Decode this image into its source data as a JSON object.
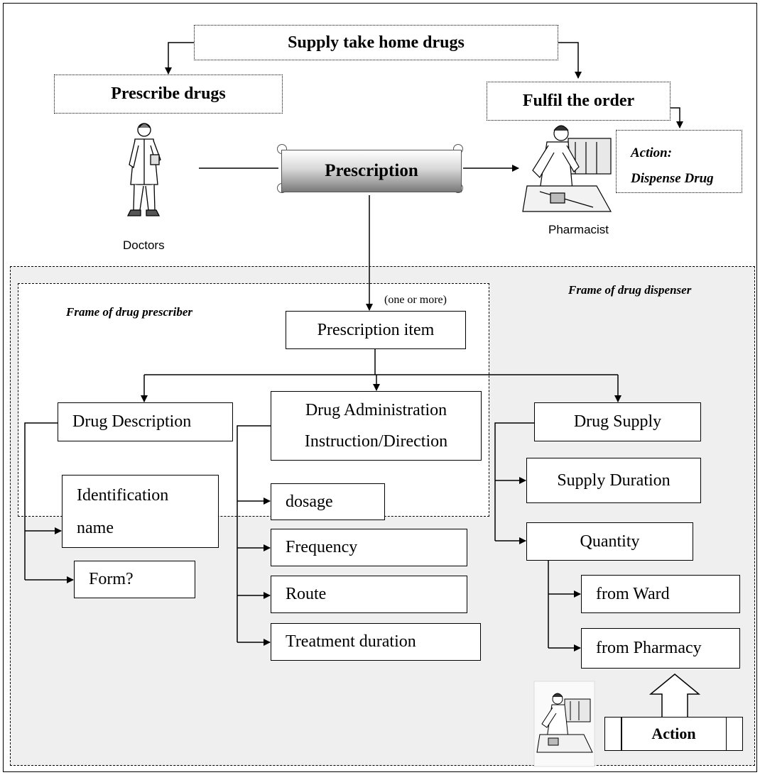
{
  "header": {
    "supply": "Supply take home drugs",
    "prescribe": "Prescribe drugs",
    "fulfil": "Fulfil the order",
    "action_title": "Action:",
    "action_body": "Dispense Drug"
  },
  "actors": {
    "doctor_label": "Doctors",
    "pharmacist_label": "Pharmacist"
  },
  "prescription": "Prescription",
  "frames": {
    "prescriber": "Frame of drug prescriber",
    "dispenser": "Frame of drug dispenser"
  },
  "one_or_more": "(one or more)",
  "prescription_item": "Prescription item",
  "drug_description": "Drug Description",
  "identification": [
    "Identification",
    "name"
  ],
  "form": "Form?",
  "administration": [
    "Drug Administration",
    "Instruction/Direction"
  ],
  "dosage": "dosage",
  "frequency": "Frequency",
  "route": "Route",
  "treatment_duration": "Treatment duration",
  "drug_supply": "Drug Supply",
  "supply_duration": "Supply Duration",
  "quantity": "Quantity",
  "from_ward": "from Ward",
  "from_pharmacy": "from Pharmacy",
  "action_button": "Action"
}
